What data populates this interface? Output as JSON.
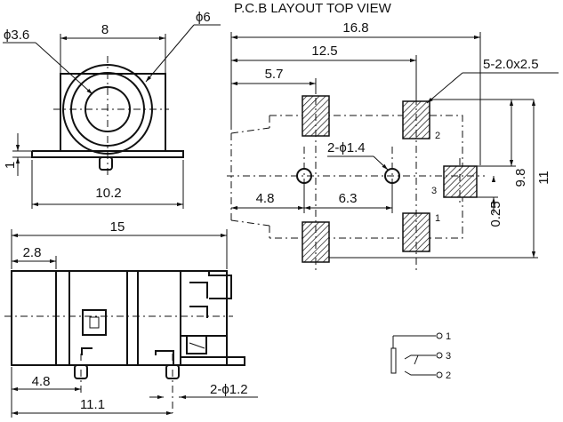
{
  "title": "P.C.B LAYOUT TOP VIEW",
  "front_view": {
    "dim_hole": "ϕ3.6",
    "dim_width_top": "8",
    "dim_outer": "ϕ6",
    "dim_standoff": "1",
    "dim_base_width": "10.2"
  },
  "side_view": {
    "dim_length": "15",
    "dim_front": "2.8",
    "dim_pin_offset": "4.8",
    "dim_pin_span": "11.1",
    "dim_pin_dia": "2-ϕ1.2"
  },
  "pcb_layout": {
    "dim_total": "16.8",
    "dim_12_5": "12.5",
    "dim_5_7": "5.7",
    "dim_pads": "5-2.0x2.5",
    "dim_holes": "2-ϕ1.4",
    "dim_4_8": "4.8",
    "dim_6_3": "6.3",
    "dim_9_8": "9.8",
    "dim_11": "11",
    "dim_0_25": "0.25",
    "pad_labels": [
      "1",
      "2",
      "3"
    ]
  },
  "schematic": {
    "pins": [
      "1",
      "3",
      "2"
    ]
  }
}
